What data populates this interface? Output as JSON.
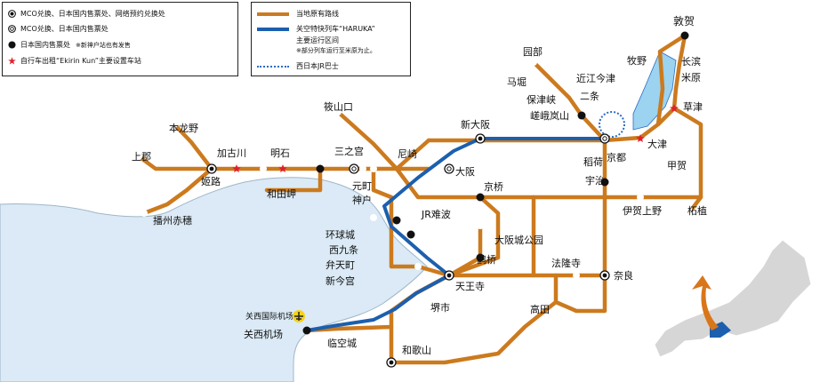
{
  "legend": {
    "items": [
      {
        "icon": "mco-exchange-ring-dot-icon",
        "text": "MCO兑换、日本国内售票处、网络预约兑换处"
      },
      {
        "icon": "mco-ring-icon",
        "text": "MCO兑换、日本国内售票处"
      },
      {
        "icon": "black-dot-icon",
        "text": "日本国内售票处",
        "note": "※新神户站也有发售"
      },
      {
        "icon": "red-star-icon",
        "text": "自行车出租“Ekirin Kun”主要设置车站"
      }
    ],
    "lines": [
      {
        "text": "当地原有路线"
      },
      {
        "text": "关空特快列车“HARUKA”",
        "line2": "主要运行区间",
        "line3": "※部分列车运行至米原为止。"
      },
      {
        "text": "西日本JR巴士"
      }
    ]
  },
  "colors": {
    "local_line": "#cc7a1e",
    "haruka_line": "#1c5fae",
    "bus_line": "#2a6cc2",
    "sea": "#dbeaf6",
    "coast": "#9fb6c8",
    "lake": "#9bd3f0",
    "star": "#e0202c",
    "japan_map": "#d6d6d6",
    "arrow": "#d9761a"
  },
  "stations": {
    "tsuruga": "敦贺",
    "nagahama": "长滨",
    "maibara": "米原",
    "kusatsu": "草津",
    "otsu": "大津",
    "koka": "甲贺",
    "tsuge": "柘植",
    "makino": "牧野",
    "omiimazu": "近江今津",
    "sonobe": "园部",
    "umahori": "马堀",
    "hozukyo": "保津峡",
    "nijo": "二条",
    "sagaarashiyama": "嵯峨岚山",
    "kyoto": "京都",
    "inari": "稻荷",
    "uji": "宇治",
    "iga_ueno": "伊贺上野",
    "nara": "奈良",
    "horyuji": "法隆寺",
    "takada": "高田",
    "wakayama": "和歌山",
    "rinku": "临空城",
    "kanku": "关西机场",
    "kanku_airport": "关西国际机场",
    "hineno": "堺市",
    "tennoji": "天王寺",
    "tsuruhashi": "鹤桥",
    "osakajokoen": "大阪城公园",
    "jrnamba": "JR难波",
    "kyobashi": "京桥",
    "osaka": "大阪",
    "shinosaka": "新大阪",
    "amagasaki": "尼崎",
    "sasayamaguchi": "筱山口",
    "sannomiya": "三之宫",
    "motomachi": "元町",
    "kobe": "神户",
    "akashi": "明石",
    "kakogawa": "加古川",
    "himeji": "姬路",
    "honryuno": "本龙野",
    "kamigori": "上郡",
    "bantoako": "播州赤穗",
    "wadamisaki": "和田岬",
    "kanjocho": "环球城",
    "nishikujo": "西九条",
    "bentencho": "弁天町",
    "shinimamiya": "新今宫"
  }
}
